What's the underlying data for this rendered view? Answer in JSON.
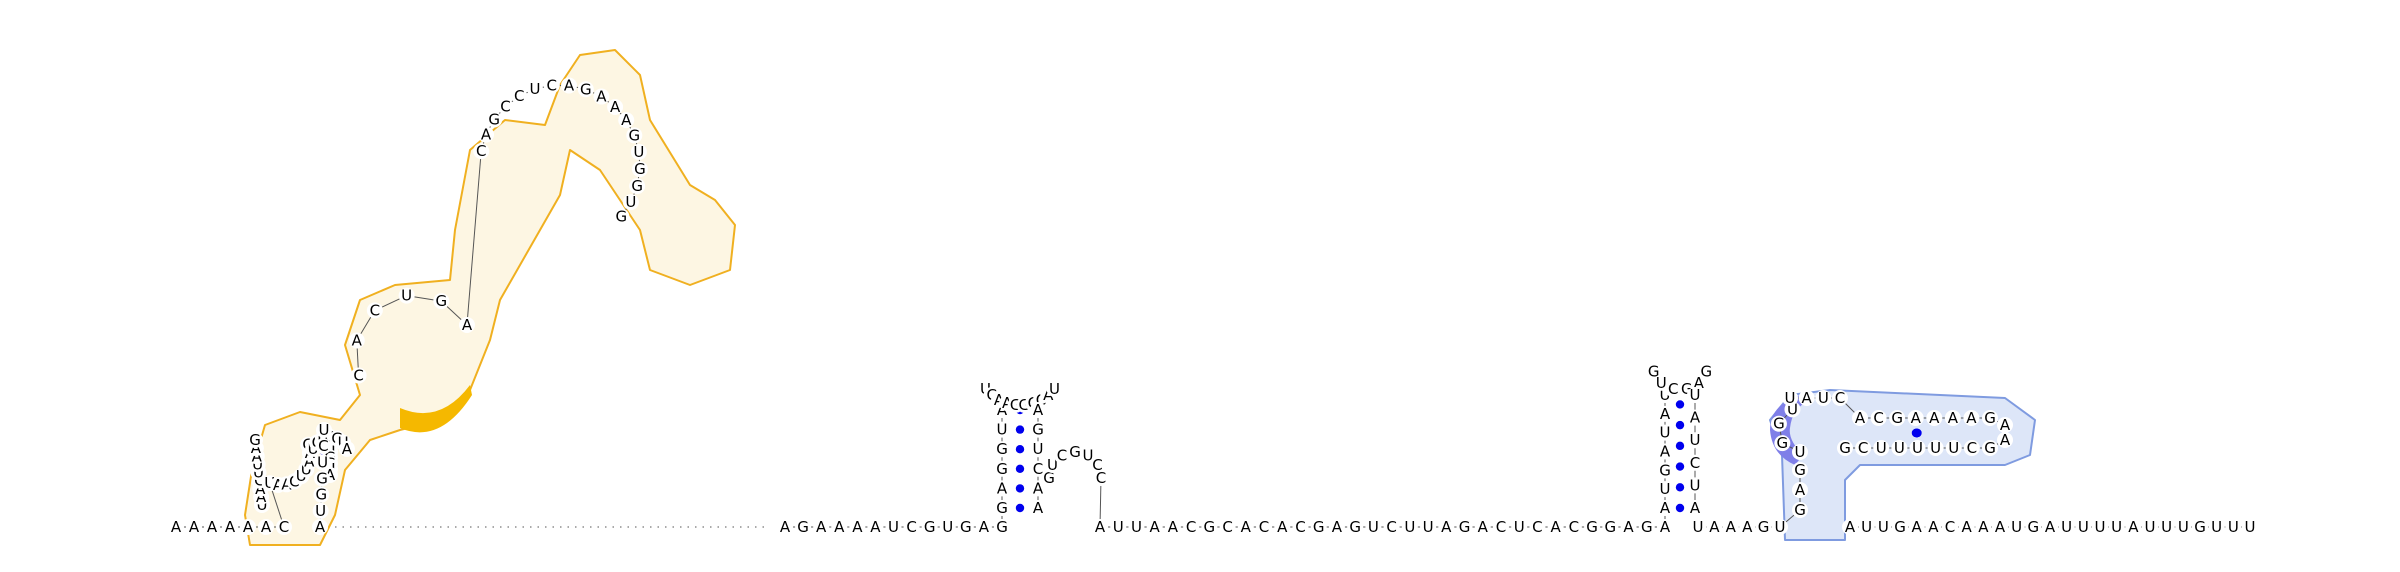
{
  "diagram": {
    "type": "rna-secondary-structure",
    "colors": {
      "nucleotide": "#000000",
      "base_pair_dot": "#0000ee",
      "domain1_outline": "#f0b020",
      "domain1_fill": "#fdf6e3",
      "domain1_highlight": "#f5b800",
      "domain2_outline": "#7f9be0",
      "domain2_fill": "#dde6f8",
      "domain2_highlight": "#7f7fe8"
    },
    "left_strand": "AAAAAAC",
    "left_hairpin_stem_5p": "UAACUUAAG",
    "left_middle_stem_5p": "UCUGGUA",
    "left_upper_stem_5p": "CACUGA",
    "left_tip_loop": "CAGCCUCAGAAAGUGGUG",
    "central_strand": "AGAAAAUCGUGAG",
    "hairpin2_loop": "UCAAGGCCAU",
    "hairpin2_stem": "GAGGUA",
    "hairpin2_stem_3p": "AGUCAA",
    "hairpin3": "GUCGUCC",
    "middle_strand": "AUUAACGCACACGAGUCUUAGACUCACGGAGA",
    "hairpin4_stem_5p": "AUGAUAU",
    "hairpin4_loop": "GUCGAG",
    "hairpin4_stem_3p": "UAUCUA",
    "bridge": "UAAAGU",
    "pseudoknot_stem": "GAG",
    "pseudoknot_loop": "UGGU",
    "pseudoknot_top": "UAUC",
    "arm_top": "ACGAAAAG",
    "arm_tip": "AA",
    "arm_bottom": "GCUUUUUCG",
    "right_strand": "AUUGAACAAAUGAUUUUAUUUGUUU"
  }
}
